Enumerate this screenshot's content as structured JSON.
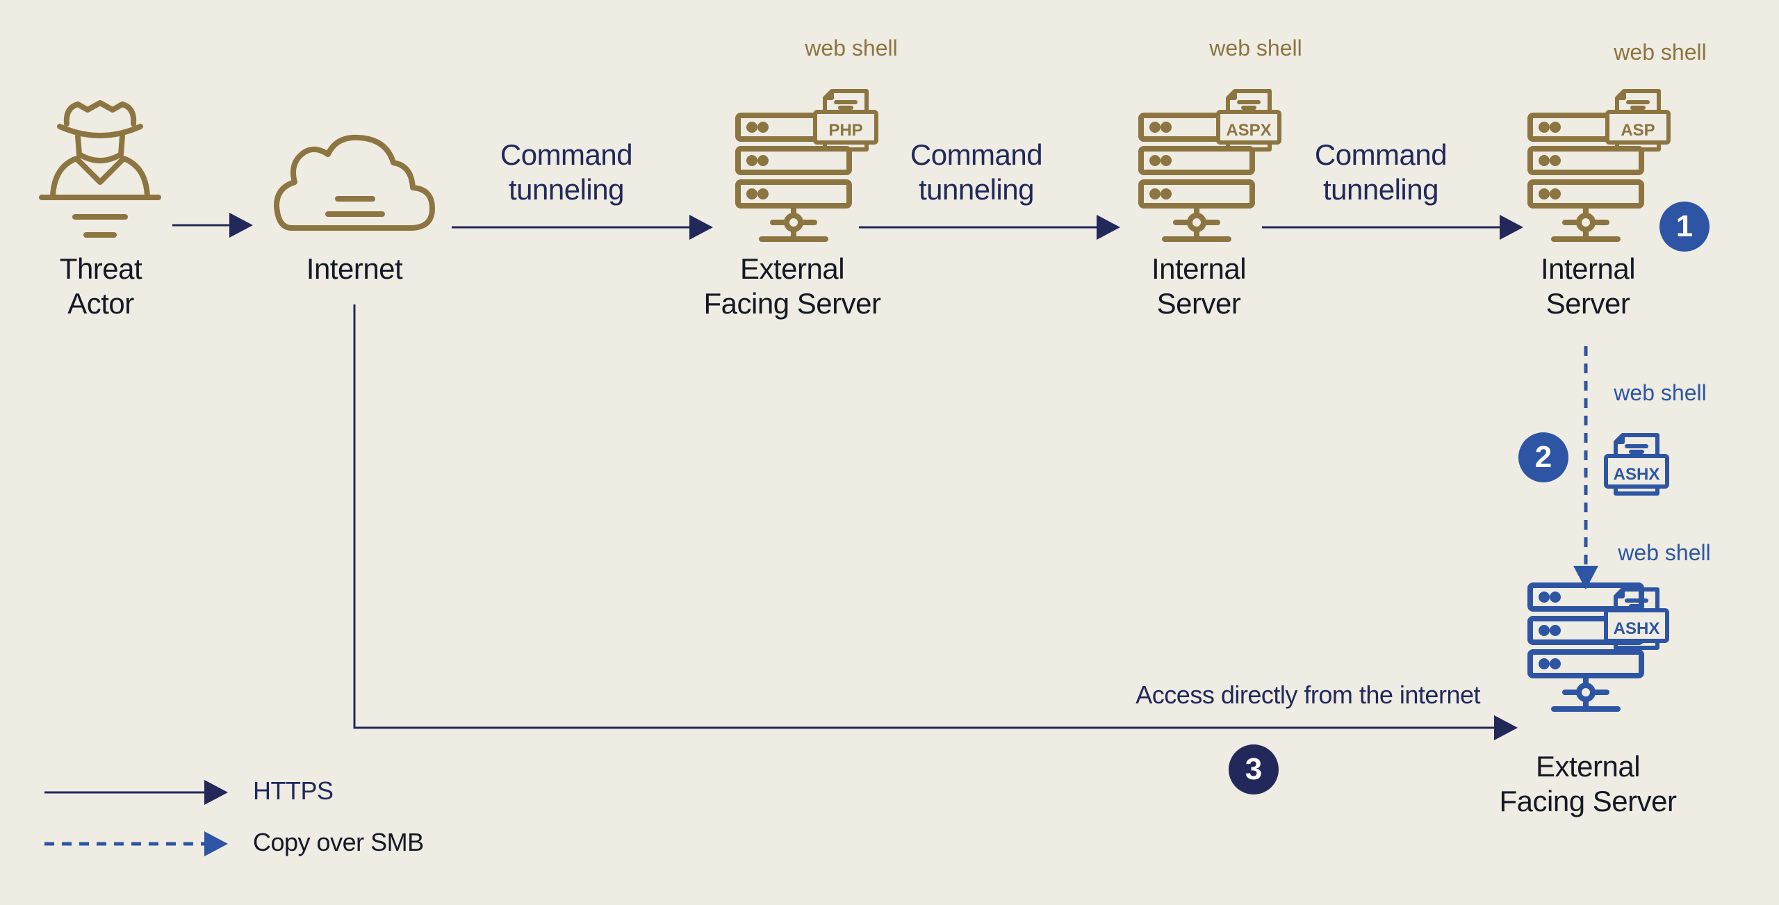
{
  "colors": {
    "background": "#eeece3",
    "gold": "#8c7540",
    "navy": "#22285a",
    "blue": "#2d55a4",
    "text": "#151924"
  },
  "nodes": {
    "threat_actor": {
      "line1": "Threat",
      "line2": "Actor",
      "icon": "threat-actor-icon"
    },
    "internet": {
      "line1": "Internet",
      "icon": "cloud-icon"
    },
    "ext_server_1": {
      "line1": "External",
      "line2": "Facing Server",
      "icon": "server-icon",
      "webshell_label": "web shell",
      "webshell_type": "PHP"
    },
    "int_server_1": {
      "line1": "Internal",
      "line2": "Server",
      "icon": "server-icon",
      "webshell_label": "web shell",
      "webshell_type": "ASPX"
    },
    "int_server_2": {
      "line1": "Internal",
      "line2": "Server",
      "icon": "server-icon",
      "webshell_label": "web shell",
      "webshell_type": "ASP"
    },
    "ext_server_2": {
      "line1": "External",
      "line2": "Facing Server",
      "icon": "server-icon",
      "webshell_label": "web shell",
      "webshell_type": "ASHX"
    }
  },
  "transfer_shell": {
    "label": "web shell",
    "type": "ASHX"
  },
  "edges": {
    "cmd1": {
      "line1": "Command",
      "line2": "tunneling"
    },
    "cmd2": {
      "line1": "Command",
      "line2": "tunneling"
    },
    "cmd3": {
      "line1": "Command",
      "line2": "tunneling"
    },
    "access": {
      "label": "Access directly from the internet"
    }
  },
  "badges": {
    "b1": "1",
    "b2": "2",
    "b3": "3"
  },
  "legend": {
    "https": "HTTPS",
    "smb": "Copy over SMB"
  }
}
